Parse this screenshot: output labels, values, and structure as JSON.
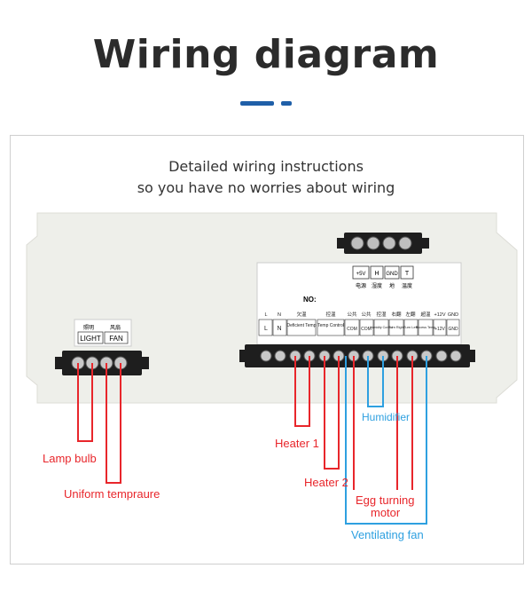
{
  "header": {
    "title": "Wiring diagram"
  },
  "panel": {
    "subtitle_line1": "Detailed wiring instructions",
    "subtitle_line2": "so you have no worries about wiring"
  },
  "left_block": {
    "cn_labels": [
      "照明",
      "风扇"
    ],
    "en_labels": [
      "LIGHT",
      "FAN"
    ]
  },
  "top_block": {
    "en_labels": [
      "+5V",
      "H",
      "GND",
      "T"
    ],
    "cn_labels": [
      "电源",
      "湿度",
      "地",
      "温度"
    ]
  },
  "right_block": {
    "no_label": "NO:",
    "cn_labels": [
      "欠温",
      "控温",
      "公共",
      "公共",
      "控湿",
      "右翻",
      "左翻",
      "超温"
    ],
    "en_labels": [
      "L",
      "N",
      "Deficient Temp",
      "Temp Control",
      "COM",
      "COM",
      "Humidity Control",
      "Turn Right",
      "Turn Left",
      "Excess Temp",
      "+12V",
      "GND"
    ],
    "extra_top": [
      "+12V",
      "GND"
    ]
  },
  "callouts": {
    "lamp": "Lamp bulb",
    "uniform": "Uniform tempraure",
    "heater1": "Heater 1",
    "heater2": "Heater 2",
    "humidifier": "Humidifier",
    "egg_line1": "Egg turning",
    "egg_line2": "motor",
    "fan": "Ventilating fan"
  },
  "colors": {
    "red": "#e8262b",
    "blue": "#2ea0e0",
    "title": "#2b2b2b",
    "accent": "#1f5fa8"
  }
}
